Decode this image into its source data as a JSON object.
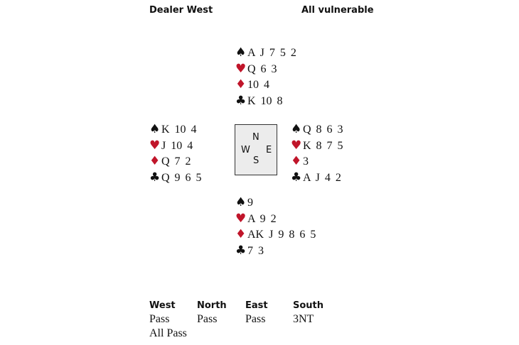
{
  "header": {
    "dealer": "Dealer West",
    "vulnerability": "All vulnerable"
  },
  "hands": {
    "north": {
      "spades": "A J 7 5 2",
      "hearts": "Q 6 3",
      "diamonds": "10 4",
      "clubs": "K 10 8"
    },
    "west": {
      "spades": "K 10 4",
      "hearts": "J 10 4",
      "diamonds": "Q 7 2",
      "clubs": "Q 9 6 5"
    },
    "east": {
      "spades": "Q 8 6 3",
      "hearts": "K 8 7 5",
      "diamonds": "3",
      "clubs": "A J 4 2"
    },
    "south": {
      "spades": "9",
      "hearts": "A 9 2",
      "diamonds": "AK J 9 8 6 5",
      "clubs": "7 3"
    }
  },
  "suits": {
    "spades": "♠",
    "hearts": "♥",
    "diamonds": "♦",
    "clubs": "♣"
  },
  "compass": {
    "n": "N",
    "s": "S",
    "e": "E",
    "w": "W"
  },
  "bidding": {
    "headers": [
      "West",
      "North",
      "East",
      "South"
    ],
    "rows": [
      [
        "Pass",
        "Pass",
        "Pass",
        "3NT"
      ],
      [
        "All Pass"
      ]
    ]
  },
  "colors": {
    "red": "#c0152a",
    "black": "#111111"
  }
}
